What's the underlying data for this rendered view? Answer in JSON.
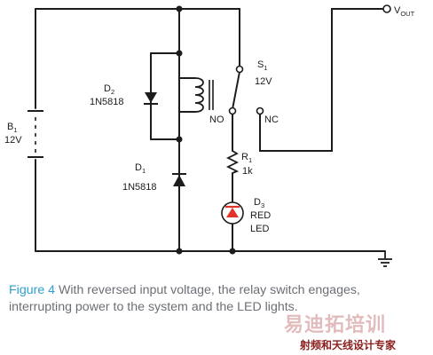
{
  "labels": {
    "vout": "V",
    "vout_sub": "OUT",
    "s1": "S",
    "s1_sub": "1",
    "s1_value": "12V",
    "d2": "D",
    "d2_sub": "2",
    "d2_part": "1N5818",
    "d1": "D",
    "d1_sub": "1",
    "d1_part": "1N5818",
    "b1": "B",
    "b1_sub": "1",
    "b1_value": "12V",
    "no": "NO",
    "nc": "NC",
    "r1": "R",
    "r1_sub": "1",
    "r1_value": "1k",
    "d3": "D",
    "d3_sub": "3",
    "d3_color": "RED",
    "d3_type": "LED"
  },
  "caption": {
    "figure": "Figure 4",
    "text": " With reversed input voltage, the relay switch engages, interrupting power to the system and the LED lights."
  },
  "watermark": {
    "main": "易迪拓培训",
    "sub": "射频和天线设计专家"
  },
  "colors": {
    "wire": "#1c1c1c",
    "led": "#e0342b",
    "caption_accent": "#2f9fd3",
    "caption_text": "#6b6f75"
  }
}
